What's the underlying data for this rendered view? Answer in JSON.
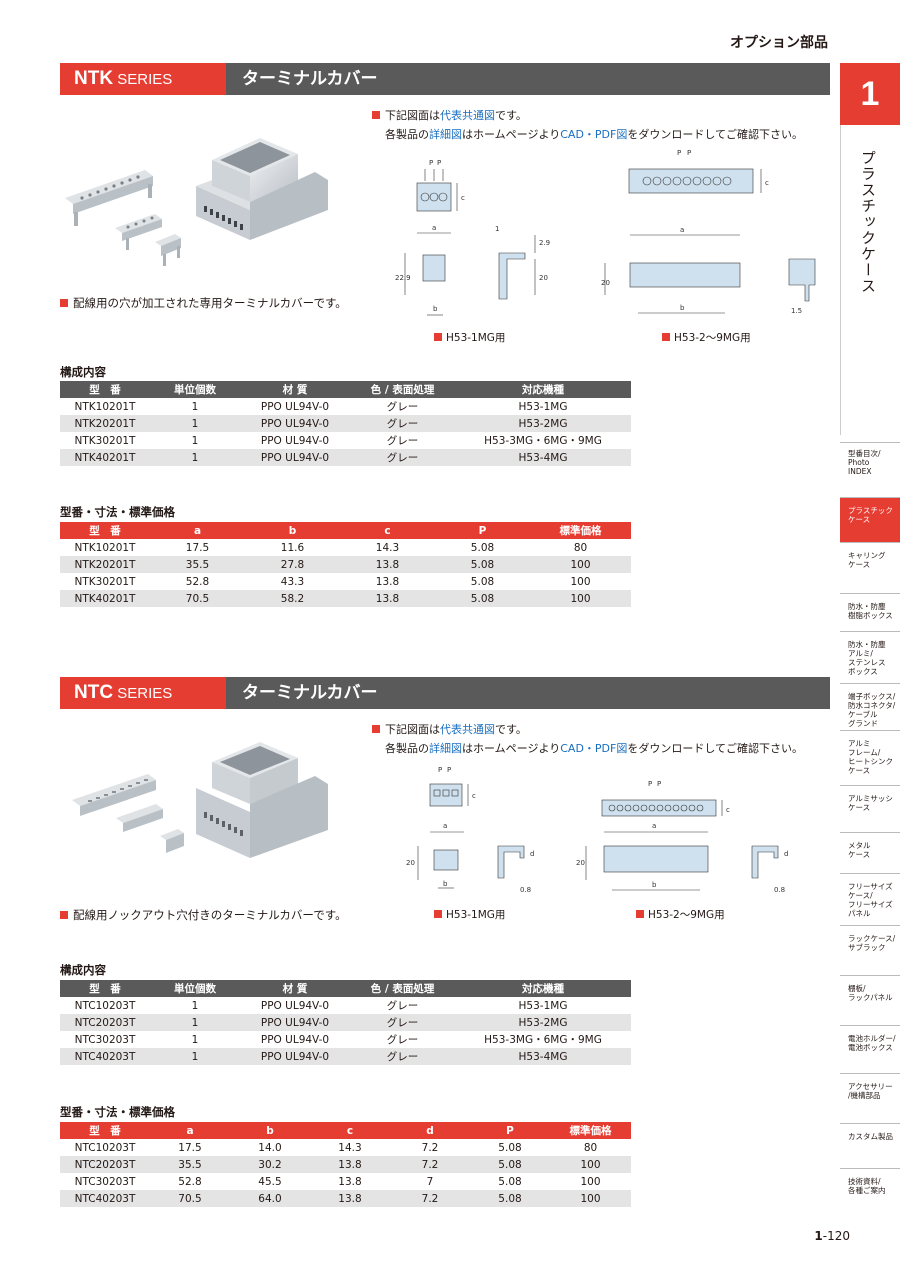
{
  "page_header": "オプション部品",
  "section_number": "1",
  "section_name": "プラスチックケース",
  "sidebar": [
    "型番目次/\nPhoto\nINDEX",
    "プラスチック\nケース",
    "キャリング\nケース",
    "防水・防塵\n樹脂ボックス",
    "防水・防塵\nアルミ/\nステンレス\nボックス",
    "端子ボックス/\n防水コネクタ/\nケーブル\nグランド",
    "アルミ\nフレーム/\nヒートシンク\nケース",
    "アルミサッシ\nケース",
    "メタル\nケース",
    "フリーサイズ\nケース/\nフリーサイズ\nパネル",
    "ラックケース/\nサブラック",
    "棚板/\nラックパネル",
    "電池ホルダー/\n電池ボックス",
    "アクセサリー\n/機構部品",
    "カスタム製品",
    "技術資料/\n各種ご案内"
  ],
  "ntk": {
    "series_code": "NTK",
    "series_word": " SERIES",
    "title": "ターミナルカバー",
    "note1_a": "下記図面は",
    "note1_link": "代表共通図",
    "note1_b": "です。",
    "note2_a": "各製品の",
    "note2_link1": "詳細図",
    "note2_b": "はホームページより",
    "note2_link2": "CAD・PDF図",
    "note2_c": "をダウンロードしてご確認下さい。",
    "description": "配線用の穴が加工された専用ターミナルカバーです。",
    "caption1": "H53-1MG用",
    "caption2": "H53-2～9MG用",
    "composition_heading": "構成内容",
    "composition_headers": [
      "型　番",
      "単位個数",
      "材 質",
      "色 / 表面処理",
      "対応機種"
    ],
    "composition_rows": [
      [
        "NTK10201T",
        "1",
        "PPO UL94V-0",
        "グレー",
        "H53-1MG"
      ],
      [
        "NTK20201T",
        "1",
        "PPO UL94V-0",
        "グレー",
        "H53-2MG"
      ],
      [
        "NTK30201T",
        "1",
        "PPO UL94V-0",
        "グレー",
        "H53-3MG・6MG・9MG"
      ],
      [
        "NTK40201T",
        "1",
        "PPO UL94V-0",
        "グレー",
        "H53-4MG"
      ]
    ],
    "price_heading": "型番・寸法・標準価格",
    "price_headers": [
      "型　番",
      "a",
      "b",
      "c",
      "P",
      "標準価格"
    ],
    "price_rows": [
      [
        "NTK10201T",
        "17.5",
        "11.6",
        "14.3",
        "5.08",
        "80"
      ],
      [
        "NTK20201T",
        "35.5",
        "27.8",
        "13.8",
        "5.08",
        "100"
      ],
      [
        "NTK30201T",
        "52.8",
        "43.3",
        "13.8",
        "5.08",
        "100"
      ],
      [
        "NTK40201T",
        "70.5",
        "58.2",
        "13.8",
        "5.08",
        "100"
      ]
    ]
  },
  "ntc": {
    "series_code": "NTC",
    "series_word": " SERIES",
    "title": "ターミナルカバー",
    "note1_a": "下記図面は",
    "note1_link": "代表共通図",
    "note1_b": "です。",
    "note2_a": "各製品の",
    "note2_link1": "詳細図",
    "note2_b": "はホームページより",
    "note2_link2": "CAD・PDF図",
    "note2_c": "をダウンロードしてご確認下さい。",
    "description": "配線用ノックアウト穴付きのターミナルカバーです。",
    "caption1": "H53-1MG用",
    "caption2": "H53-2～9MG用",
    "composition_heading": "構成内容",
    "composition_headers": [
      "型　番",
      "単位個数",
      "材 質",
      "色 / 表面処理",
      "対応機種"
    ],
    "composition_rows": [
      [
        "NTC10203T",
        "1",
        "PPO UL94V-0",
        "グレー",
        "H53-1MG"
      ],
      [
        "NTC20203T",
        "1",
        "PPO UL94V-0",
        "グレー",
        "H53-2MG"
      ],
      [
        "NTC30203T",
        "1",
        "PPO UL94V-0",
        "グレー",
        "H53-3MG・6MG・9MG"
      ],
      [
        "NTC40203T",
        "1",
        "PPO UL94V-0",
        "グレー",
        "H53-4MG"
      ]
    ],
    "price_heading": "型番・寸法・標準価格",
    "price_headers": [
      "型　番",
      "a",
      "b",
      "c",
      "d",
      "P",
      "標準価格"
    ],
    "price_rows": [
      [
        "NTC10203T",
        "17.5",
        "14.0",
        "14.3",
        "7.2",
        "5.08",
        "80"
      ],
      [
        "NTC20203T",
        "35.5",
        "30.2",
        "13.8",
        "7.2",
        "5.08",
        "100"
      ],
      [
        "NTC30203T",
        "52.8",
        "45.5",
        "13.8",
        "7",
        "5.08",
        "100"
      ],
      [
        "NTC40203T",
        "70.5",
        "64.0",
        "13.8",
        "7.2",
        "5.08",
        "100"
      ]
    ]
  },
  "drawing_labels": {
    "p": "P",
    "a": "a",
    "b": "b",
    "c": "c",
    "d": "d",
    "h229": "22.9",
    "h20": "20",
    "h29": "2.9",
    "h1": "1",
    "h15": "1.5",
    "h08": "0.8"
  },
  "folio_chapter": "1",
  "folio_page": "-120"
}
